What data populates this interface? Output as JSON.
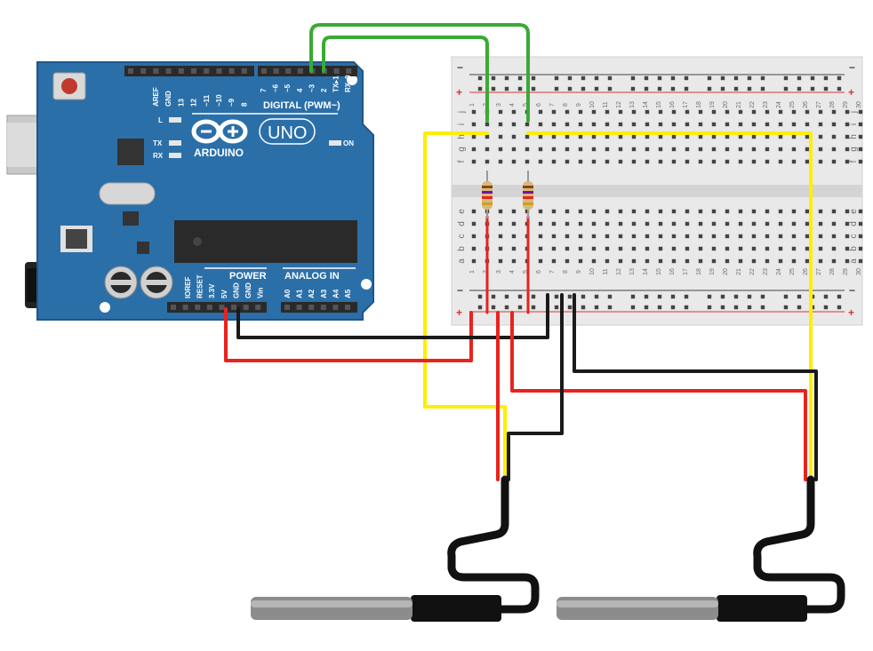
{
  "arduino": {
    "brand": "ARDUINO",
    "model": "UNO",
    "digital_header_label": "DIGITAL (PWM~)",
    "power_label": "POWER",
    "analog_label": "ANALOG IN",
    "on_label": "ON",
    "l_label": "L",
    "tx_label": "TX",
    "rx_label": "RX",
    "top_left_pins": [
      "AREF",
      "GND",
      "13",
      "12",
      "~11",
      "~10",
      "~9",
      "8"
    ],
    "top_right_pins": [
      "7",
      "~6",
      "~5",
      "4",
      "~3",
      "2",
      "TX▸1",
      "RX◂0"
    ],
    "power_pins": [
      "IOREF",
      "RESET",
      "3.3V",
      "5V",
      "GND",
      "GND",
      "Vin"
    ],
    "analog_pins": [
      "A0",
      "A1",
      "A2",
      "A3",
      "A4",
      "A5"
    ]
  },
  "breadboard": {
    "columns": [
      "1",
      "2",
      "3",
      "4",
      "5",
      "6",
      "7",
      "8",
      "9",
      "10",
      "11",
      "12",
      "13",
      "14",
      "15",
      "16",
      "17",
      "18",
      "19",
      "20",
      "21",
      "22",
      "23",
      "24",
      "25",
      "26",
      "27",
      "28",
      "29",
      "30"
    ],
    "upper_rows": [
      "j",
      "i",
      "h",
      "g",
      "f"
    ],
    "lower_rows": [
      "e",
      "d",
      "c",
      "b",
      "a"
    ],
    "rail_minus": "−",
    "rail_plus": "+"
  },
  "colors": {
    "board_blue": "#2b6fa8",
    "wire_green": "#3aaa35",
    "wire_yellow": "#ffee00",
    "wire_red": "#e8231f",
    "wire_black": "#1a1a1a",
    "rail_red": "#d33",
    "rail_blue": "#444"
  },
  "components": {
    "resistors": 2,
    "temperature_probes": 2
  }
}
